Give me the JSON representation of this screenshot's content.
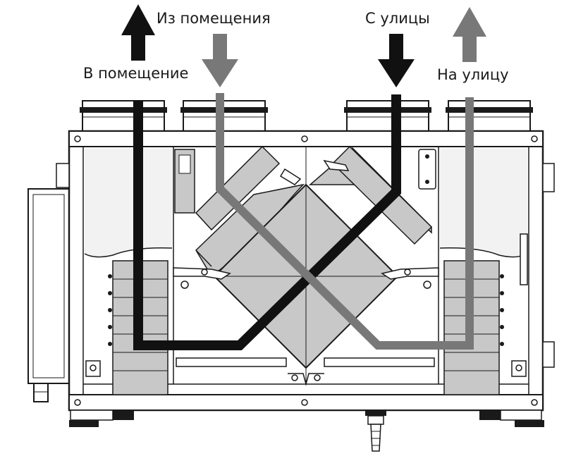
{
  "labels": {
    "from_room": "Из помещения",
    "from_street": "С улицы",
    "to_room": "В помещение",
    "to_street": "На улицу"
  },
  "colors": {
    "supply_path": "#111111",
    "exhaust_path": "#787878",
    "outline": "#1a1a1a",
    "panel_fill": "#c8c8c8",
    "body_fill": "#ffffff"
  }
}
